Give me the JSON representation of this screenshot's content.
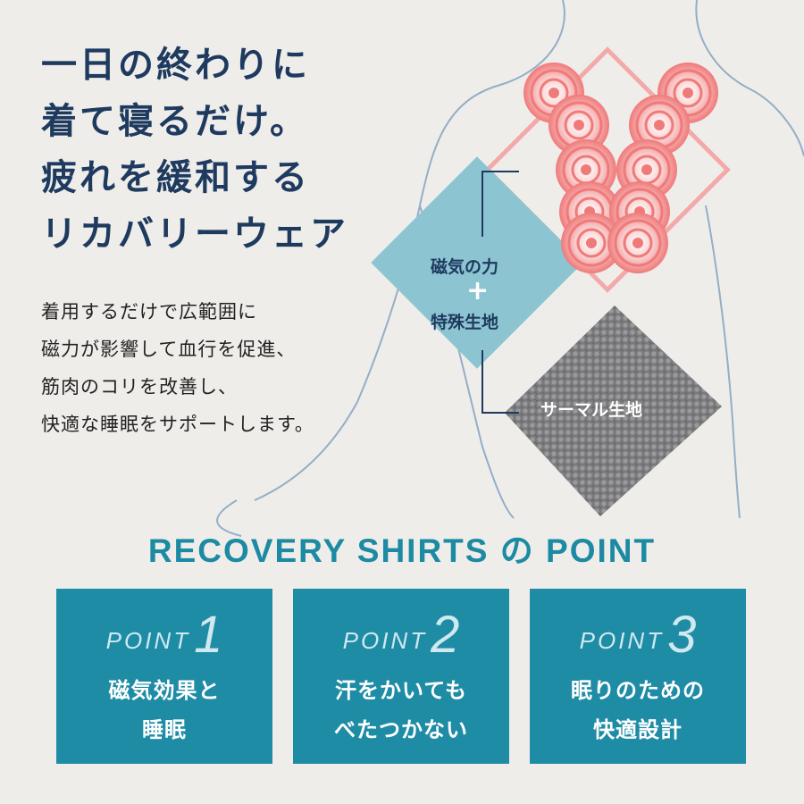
{
  "headline": {
    "lines": [
      "一日の終わりに",
      "着て寝るだけ。",
      "疲れを緩和する",
      "リカバリーウェア"
    ]
  },
  "body_copy": {
    "lines": [
      "着用するだけで広範囲に",
      "磁力が影響して血行を促進、",
      "筋肉のコリを改善し、",
      "快適な睡眠をサポートします。"
    ]
  },
  "illustration": {
    "magnet_label": "磁気の力",
    "plus": "+",
    "fabric_label": "特殊生地",
    "thermal_label": "サーマル生地"
  },
  "section": {
    "title": "RECOVERY SHIRTS の POINT"
  },
  "points": [
    {
      "word": "POINT",
      "number": "1",
      "line1": "磁気効果と",
      "line2": "睡眠"
    },
    {
      "word": "POINT",
      "number": "2",
      "line1": "汗をかいても",
      "line2": "べたつかない"
    },
    {
      "word": "POINT",
      "number": "3",
      "line1": "眠りのための",
      "line2": "快適設計"
    }
  ],
  "colors": {
    "background": "#efedea",
    "navy": "#1e3a5f",
    "teal": "#1f8ca6",
    "magnet_red": "#ef7a7a",
    "light_blue": "#8cc5d1",
    "thermal_gray": "#7d7d7f"
  }
}
